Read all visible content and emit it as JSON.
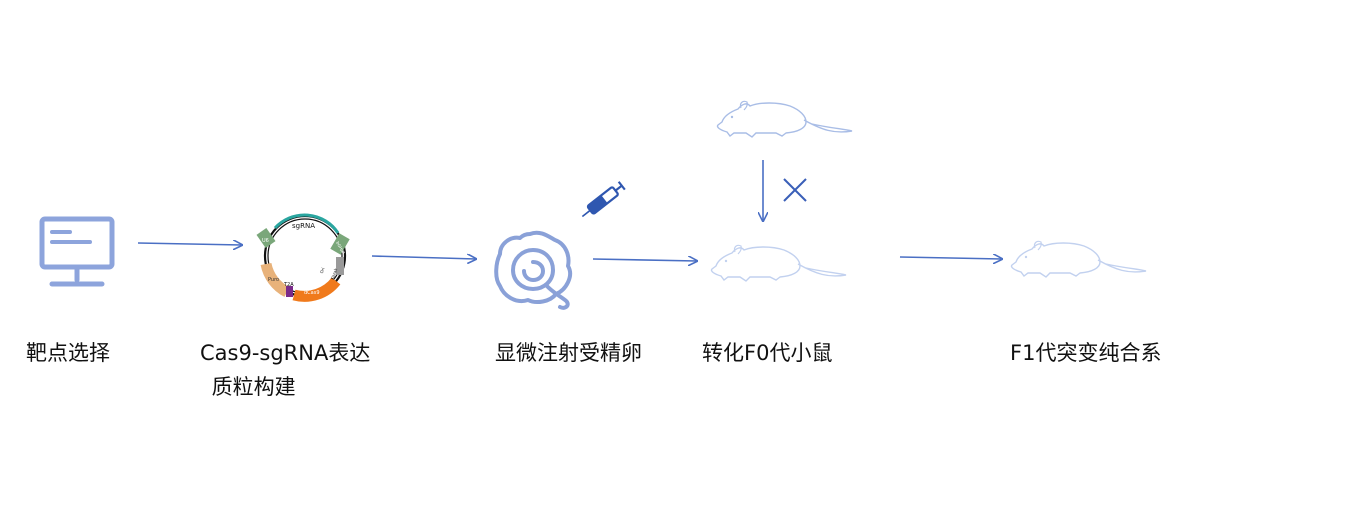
{
  "steps": [
    {
      "label": "靶点选择"
    },
    {
      "label": "Cas9-sgRNA表达",
      "label2": " 质粒构建"
    },
    {
      "label": "显微注射受精卵"
    },
    {
      "label": "转化F0代小鼠"
    },
    {
      "label": "F1代突变纯合系"
    }
  ],
  "plasmid": {
    "sgrna": "sgRNA",
    "u6": "U6",
    "puro": "Puro",
    "dcas9": "dCas9",
    "t2a": "T2A",
    "ori": "Ori",
    "bghpa": "bGHpA",
    "kozak": "Kozak"
  },
  "colors": {
    "arrow": "#4a6fc4",
    "monitor": "#8da4dc",
    "mouse": "#a9bde6",
    "mouse_faint": "#c2d1ef",
    "egg": "#8aa1d8",
    "syringe": "#2f57b0",
    "cross": "#3b5fb8",
    "plasmid_ring": "#111111",
    "plasmid_teal": "#2aa6a0",
    "plasmid_orange": "#f07a1c",
    "plasmid_tan": "#e8b27a",
    "plasmid_green": "#7aa77a",
    "plasmid_purple": "#7a2a8a",
    "plasmid_gray": "#9a9a9a"
  },
  "icons": [
    "monitor-icon",
    "plasmid-icon",
    "fertilized-egg-icon",
    "syringe-icon",
    "mouse-icon",
    "cross-icon"
  ]
}
